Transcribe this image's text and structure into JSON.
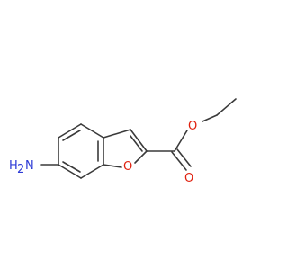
{
  "molecule": {
    "atoms": {
      "amine_n": {
        "symbol": "N",
        "color": "#2d3bd6"
      },
      "amine_h2": {
        "symbol": "H",
        "color": "#2d3bd6"
      },
      "furan_o": {
        "symbol": "O",
        "color": "#e0200e"
      },
      "ester_o": {
        "symbol": "O",
        "color": "#e0200e"
      },
      "carbonyl_o": {
        "symbol": "O",
        "color": "#e0200e"
      }
    },
    "bond_color": "#3a3a3a"
  }
}
